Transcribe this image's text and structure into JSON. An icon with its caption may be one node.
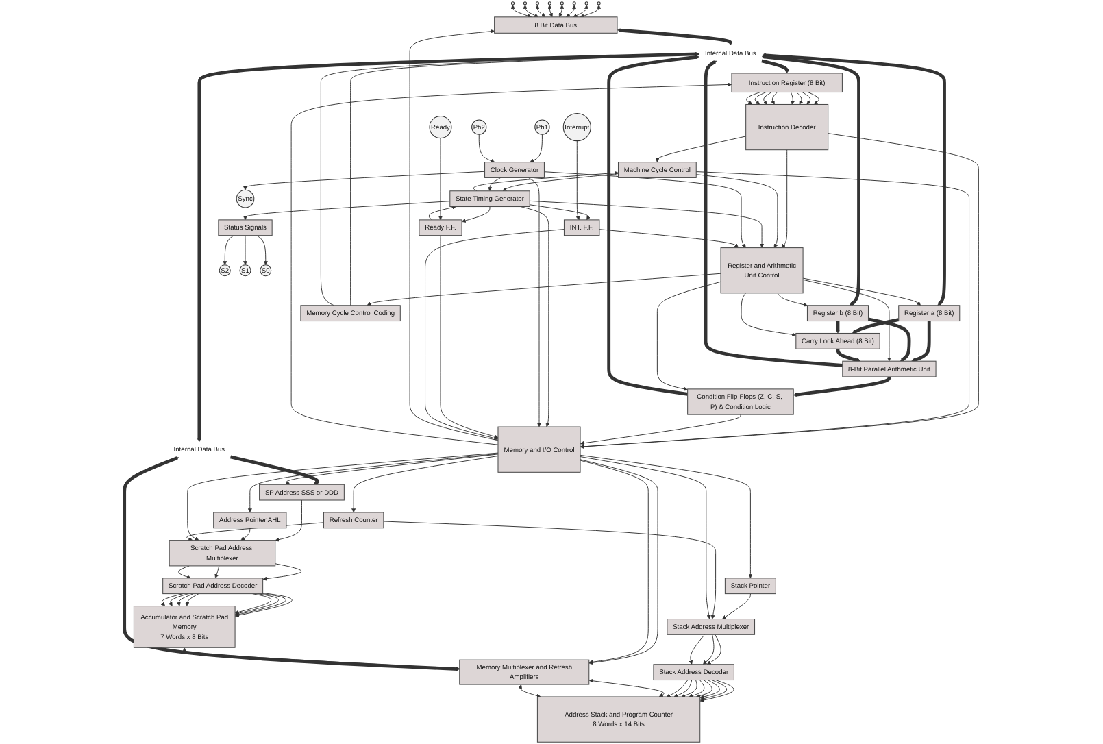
{
  "diagram": {
    "nodes": [
      {
        "text": [],
        "shape": "circle"
      },
      {
        "text": [],
        "shape": "circle"
      },
      {
        "text": [],
        "shape": "circle"
      },
      {
        "text": [],
        "shape": "circle"
      },
      {
        "text": [],
        "shape": "circle"
      },
      {
        "text": [],
        "shape": "circle"
      },
      {
        "text": [],
        "shape": "circle"
      },
      {
        "text": [],
        "shape": "circle"
      },
      {
        "text": [
          "Internal Data Bus"
        ]
      },
      {
        "text": [
          "8 Bit Data Bus"
        ]
      },
      {
        "text": [
          "SP Address SSS or DDD"
        ]
      },
      {
        "text": [
          "Internal Data Bus"
        ]
      },
      {
        "text": [
          "Scratch Pad Address Multiplexer"
        ]
      },
      {
        "text": [
          "Scratch Pad Address Decoder"
        ]
      },
      {
        "text": [
          "Accumulator and Scratch Pad Memory",
          "7 Words x 8 Bits"
        ]
      },
      {
        "text": [
          "Address Pointer AHL"
        ]
      },
      {
        "text": [
          "Register a (8 Bit)"
        ]
      },
      {
        "text": [
          "Register b (8 Bit)"
        ]
      },
      {
        "text": [
          "Memory Cycle Control Coding"
        ]
      },
      {
        "text": [
          "Instruction Register (8 Bit)"
        ]
      },
      {
        "text": [
          "Carry Look Ahead (8 Bit)"
        ]
      },
      {
        "text": [
          "Register and Arithmetic Unit Control"
        ]
      },
      {
        "text": [
          "Instruction Decoder"
        ]
      },
      {
        "text": [
          "Memory and I/O Control"
        ]
      },
      {
        "text": [
          "Refresh Counter"
        ]
      },
      {
        "text": [
          "Memory Multiplexer and Refresh Amplifiers"
        ]
      },
      {
        "text": [
          "8-Bit Parallel Arithmetic Unit"
        ]
      },
      {
        "text": [
          "Stack Pointer"
        ]
      },
      {
        "text": [
          "Stack Address Multiplexer"
        ]
      },
      {
        "text": [
          "Stack Address Decoder"
        ]
      },
      {
        "text": [
          "Address Stack and Program Counter",
          "8 Words x 14 Bits"
        ]
      },
      {
        "text": [
          "Machine Cycle Control"
        ]
      },
      {
        "text": [
          "Condition Flip-Flops (Z, C, S, P) & Condition Logic"
        ]
      },
      {
        "text": [
          "State Timing Generator"
        ]
      },
      {
        "text": [
          "Status Signals"
        ]
      },
      {
        "text": [
          "Clock Generator"
        ]
      },
      {
        "text": [
          "Ready F.F."
        ]
      },
      {
        "text": [
          "INT. F.F."
        ]
      },
      {
        "text": [
          "S2"
        ]
      },
      {
        "text": [
          "S1"
        ]
      },
      {
        "text": [
          "S0"
        ]
      },
      {
        "text": [
          "Sync"
        ]
      },
      {
        "text": [
          "Ph1"
        ]
      },
      {
        "text": [
          "Ph2"
        ]
      },
      {
        "text": [
          "Ready"
        ]
      },
      {
        "text": [
          "Interrupt"
        ]
      }
    ],
    "edges": [
      {
        "from": 0,
        "to": 9,
        "arrow": "both"
      },
      {
        "from": 1,
        "to": 9,
        "arrow": "both"
      },
      {
        "from": 2,
        "to": 9,
        "arrow": "both"
      },
      {
        "from": 3,
        "to": 9,
        "arrow": "both"
      },
      {
        "from": 4,
        "to": 9,
        "arrow": "both"
      },
      {
        "from": 5,
        "to": 9,
        "arrow": "both"
      },
      {
        "from": 6,
        "to": 9,
        "arrow": "both"
      },
      {
        "from": 7,
        "to": 9,
        "arrow": "both"
      },
      {
        "from": 9,
        "to": 11,
        "arrow": "both",
        "style": "thick"
      },
      {
        "from": 11,
        "to": 19,
        "arrow": "to",
        "style": "thick"
      },
      {
        "from": 11,
        "to": 8,
        "arrow": "both",
        "style": "thick"
      },
      {
        "from": 8,
        "to": 10,
        "arrow": "to",
        "style": "thick"
      },
      {
        "from": 11,
        "to": 16,
        "arrow": "both",
        "style": "thick"
      },
      {
        "from": 11,
        "to": 17,
        "arrow": "both",
        "style": "thick"
      },
      {
        "from": 18,
        "to": 11,
        "arrow": "to"
      },
      {
        "from": 18,
        "to": 11,
        "arrow": "to"
      },
      {
        "from": 10,
        "to": 12,
        "arrow": "to"
      },
      {
        "from": 12,
        "to": 13,
        "arrow": "to"
      },
      {
        "from": 12,
        "to": 13,
        "arrow": "to"
      },
      {
        "from": 12,
        "to": 13,
        "arrow": "to"
      },
      {
        "from": 13,
        "to": 14,
        "arrow": "to"
      },
      {
        "from": 13,
        "to": 14,
        "arrow": "to"
      },
      {
        "from": 13,
        "to": 14,
        "arrow": "to"
      },
      {
        "from": 13,
        "to": 14,
        "arrow": "to"
      },
      {
        "from": 13,
        "to": 14,
        "arrow": "to"
      },
      {
        "from": 13,
        "to": 14,
        "arrow": "to"
      },
      {
        "from": 13,
        "to": 14,
        "arrow": "to"
      },
      {
        "from": 13,
        "to": 14,
        "arrow": "to"
      },
      {
        "from": 15,
        "to": 12,
        "arrow": "to"
      },
      {
        "from": 23,
        "to": 9,
        "arrow": "to"
      },
      {
        "from": 23,
        "to": 10,
        "arrow": "to"
      },
      {
        "from": 23,
        "to": 19,
        "arrow": "to"
      },
      {
        "from": 23,
        "to": 15,
        "arrow": "to"
      },
      {
        "from": 23,
        "to": 12,
        "arrow": "to"
      },
      {
        "from": 24,
        "to": 12,
        "arrow": "to"
      },
      {
        "from": 19,
        "to": 22,
        "arrow": "to"
      },
      {
        "from": 19,
        "to": 22,
        "arrow": "to"
      },
      {
        "from": 19,
        "to": 22,
        "arrow": "to"
      },
      {
        "from": 19,
        "to": 22,
        "arrow": "to"
      },
      {
        "from": 19,
        "to": 22,
        "arrow": "to"
      },
      {
        "from": 19,
        "to": 22,
        "arrow": "to"
      },
      {
        "from": 19,
        "to": 22,
        "arrow": "to"
      },
      {
        "from": 19,
        "to": 22,
        "arrow": "to"
      },
      {
        "from": 21,
        "to": 16,
        "arrow": "to"
      },
      {
        "from": 21,
        "to": 17,
        "arrow": "to"
      },
      {
        "from": 21,
        "to": 18,
        "arrow": "to"
      },
      {
        "from": 16,
        "to": 20,
        "arrow": "to",
        "style": "thick"
      },
      {
        "from": 16,
        "to": 26,
        "arrow": "to",
        "style": "thick"
      },
      {
        "from": 17,
        "to": 20,
        "arrow": "to",
        "style": "thick"
      },
      {
        "from": 17,
        "to": 26,
        "arrow": "to",
        "style": "thick"
      },
      {
        "from": 21,
        "to": 20,
        "arrow": "to"
      },
      {
        "from": 21,
        "to": 26,
        "arrow": "to"
      },
      {
        "from": 22,
        "to": 21,
        "arrow": "to"
      },
      {
        "from": 22,
        "to": 23,
        "arrow": "to"
      },
      {
        "from": 23,
        "to": 24,
        "arrow": "to"
      },
      {
        "from": 23,
        "to": 25,
        "arrow": "to"
      },
      {
        "from": 23,
        "to": 25,
        "arrow": "to"
      },
      {
        "from": 14,
        "to": 25,
        "arrow": "both"
      },
      {
        "from": 8,
        "to": 25,
        "arrow": "both",
        "style": "thick"
      },
      {
        "from": 20,
        "to": 26,
        "arrow": "to",
        "style": "thick"
      },
      {
        "from": 26,
        "to": 32,
        "arrow": "to",
        "style": "thick"
      },
      {
        "from": 26,
        "to": 11,
        "arrow": "to",
        "style": "thick"
      },
      {
        "from": 32,
        "to": 11,
        "arrow": "to",
        "style": "thick"
      },
      {
        "from": 21,
        "to": 32,
        "arrow": "to"
      },
      {
        "from": 23,
        "to": 27,
        "arrow": "to"
      },
      {
        "from": 27,
        "to": 28,
        "arrow": "to"
      },
      {
        "from": 24,
        "to": 28,
        "arrow": "to"
      },
      {
        "from": 23,
        "to": 28,
        "arrow": "to"
      },
      {
        "from": 28,
        "to": 29,
        "arrow": "to"
      },
      {
        "from": 28,
        "to": 29,
        "arrow": "to"
      },
      {
        "from": 28,
        "to": 29,
        "arrow": "to"
      },
      {
        "from": 29,
        "to": 30,
        "arrow": "to"
      },
      {
        "from": 29,
        "to": 30,
        "arrow": "to"
      },
      {
        "from": 29,
        "to": 30,
        "arrow": "to"
      },
      {
        "from": 29,
        "to": 30,
        "arrow": "to"
      },
      {
        "from": 29,
        "to": 30,
        "arrow": "to"
      },
      {
        "from": 29,
        "to": 30,
        "arrow": "to"
      },
      {
        "from": 29,
        "to": 30,
        "arrow": "to"
      },
      {
        "from": 29,
        "to": 30,
        "arrow": "to"
      },
      {
        "from": 25,
        "to": 30,
        "arrow": "both"
      },
      {
        "from": 25,
        "to": 30,
        "arrow": "both"
      },
      {
        "from": 22,
        "to": 31,
        "arrow": "to"
      },
      {
        "from": 31,
        "to": 21,
        "arrow": "to"
      },
      {
        "from": 31,
        "to": 23,
        "arrow": "to"
      },
      {
        "from": 31,
        "to": 33,
        "arrow": "to"
      },
      {
        "from": 33,
        "to": 31,
        "arrow": "to"
      },
      {
        "from": 32,
        "to": 23,
        "arrow": "to"
      },
      {
        "from": 33,
        "to": 21,
        "arrow": "to"
      },
      {
        "from": 33,
        "to": 23,
        "arrow": "to"
      },
      {
        "from": 33,
        "to": 34,
        "arrow": "to"
      },
      {
        "from": 34,
        "to": 38,
        "arrow": "to"
      },
      {
        "from": 34,
        "to": 39,
        "arrow": "to"
      },
      {
        "from": 34,
        "to": 40,
        "arrow": "to"
      },
      {
        "from": 35,
        "to": 33,
        "arrow": "to"
      },
      {
        "from": 35,
        "to": 21,
        "arrow": "to"
      },
      {
        "from": 35,
        "to": 23,
        "arrow": "to"
      },
      {
        "from": 35,
        "to": 41,
        "arrow": "to"
      },
      {
        "from": 42,
        "to": 35,
        "arrow": "to"
      },
      {
        "from": 43,
        "to": 35,
        "arrow": "to"
      },
      {
        "from": 33,
        "to": 36,
        "arrow": "to"
      },
      {
        "from": 33,
        "to": 37,
        "arrow": "to"
      },
      {
        "from": 36,
        "to": 33,
        "arrow": "to"
      },
      {
        "from": 36,
        "to": 23,
        "arrow": "to"
      },
      {
        "from": 37,
        "to": 23,
        "arrow": "to"
      },
      {
        "from": 37,
        "to": 21,
        "arrow": "to"
      },
      {
        "from": 44,
        "to": 36,
        "arrow": "to"
      },
      {
        "from": 45,
        "to": 37,
        "arrow": "to"
      }
    ]
  }
}
